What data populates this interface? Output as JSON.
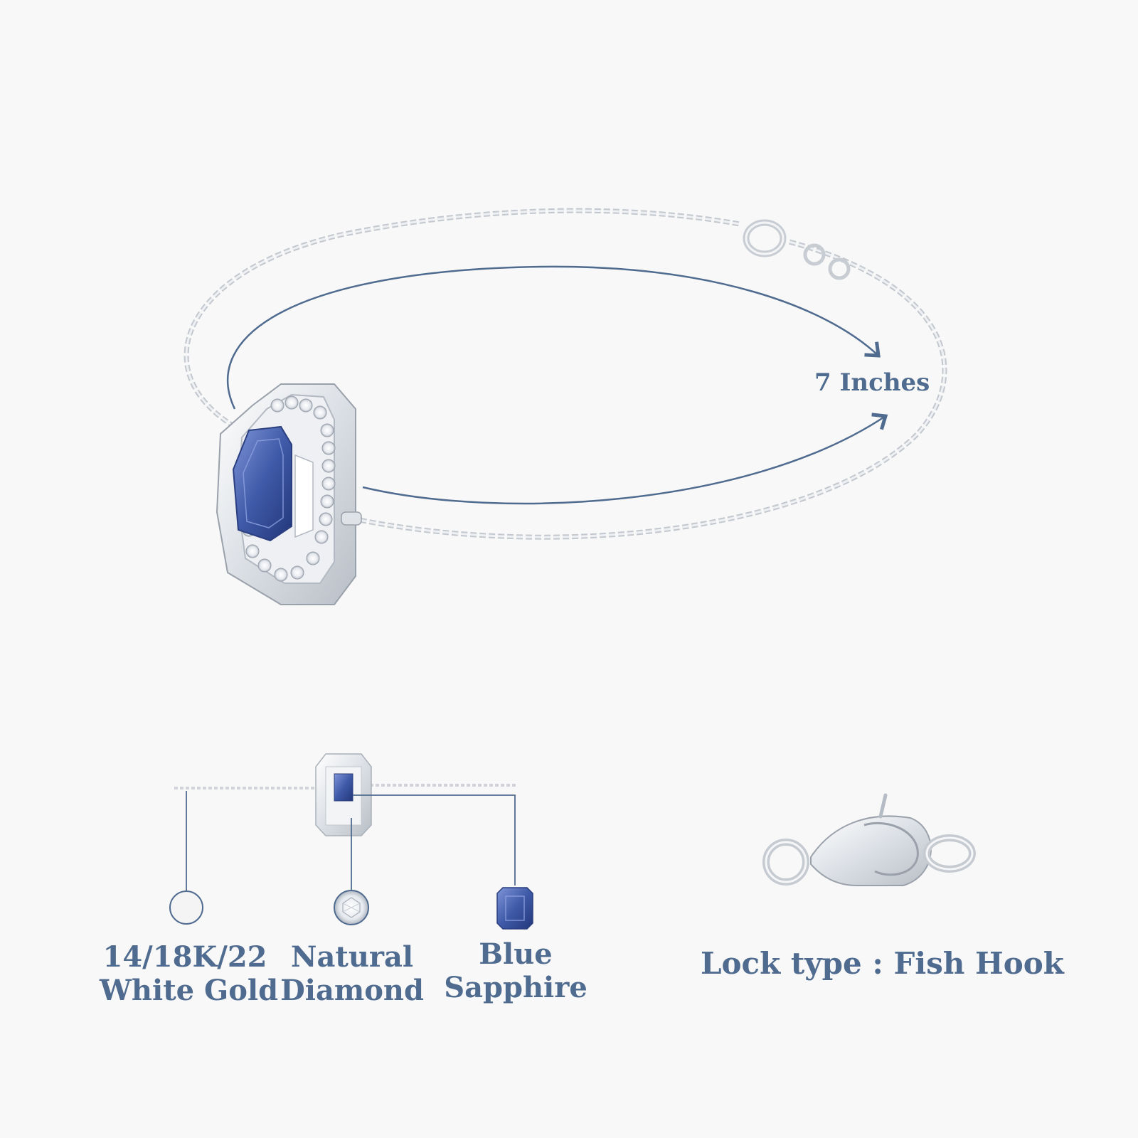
{
  "measurement": {
    "length_label": "7 Inches"
  },
  "materials": [
    {
      "line1": "14/18K/22",
      "line2": "White Gold",
      "icon": "metal-swatch-icon"
    },
    {
      "line1": "Natural",
      "line2": "Diamond",
      "icon": "round-diamond-icon"
    },
    {
      "line1": "Blue",
      "line2": "Sapphire",
      "icon": "emerald-cut-sapphire-icon"
    }
  ],
  "lock": {
    "label": "Lock type : Fish Hook",
    "icon": "lobster-clasp-icon"
  },
  "colors": {
    "accent": "#4f6b8f",
    "sapphire": "#3f5aa8",
    "metal": "#d9dde3",
    "background": "#f8f8f8"
  }
}
